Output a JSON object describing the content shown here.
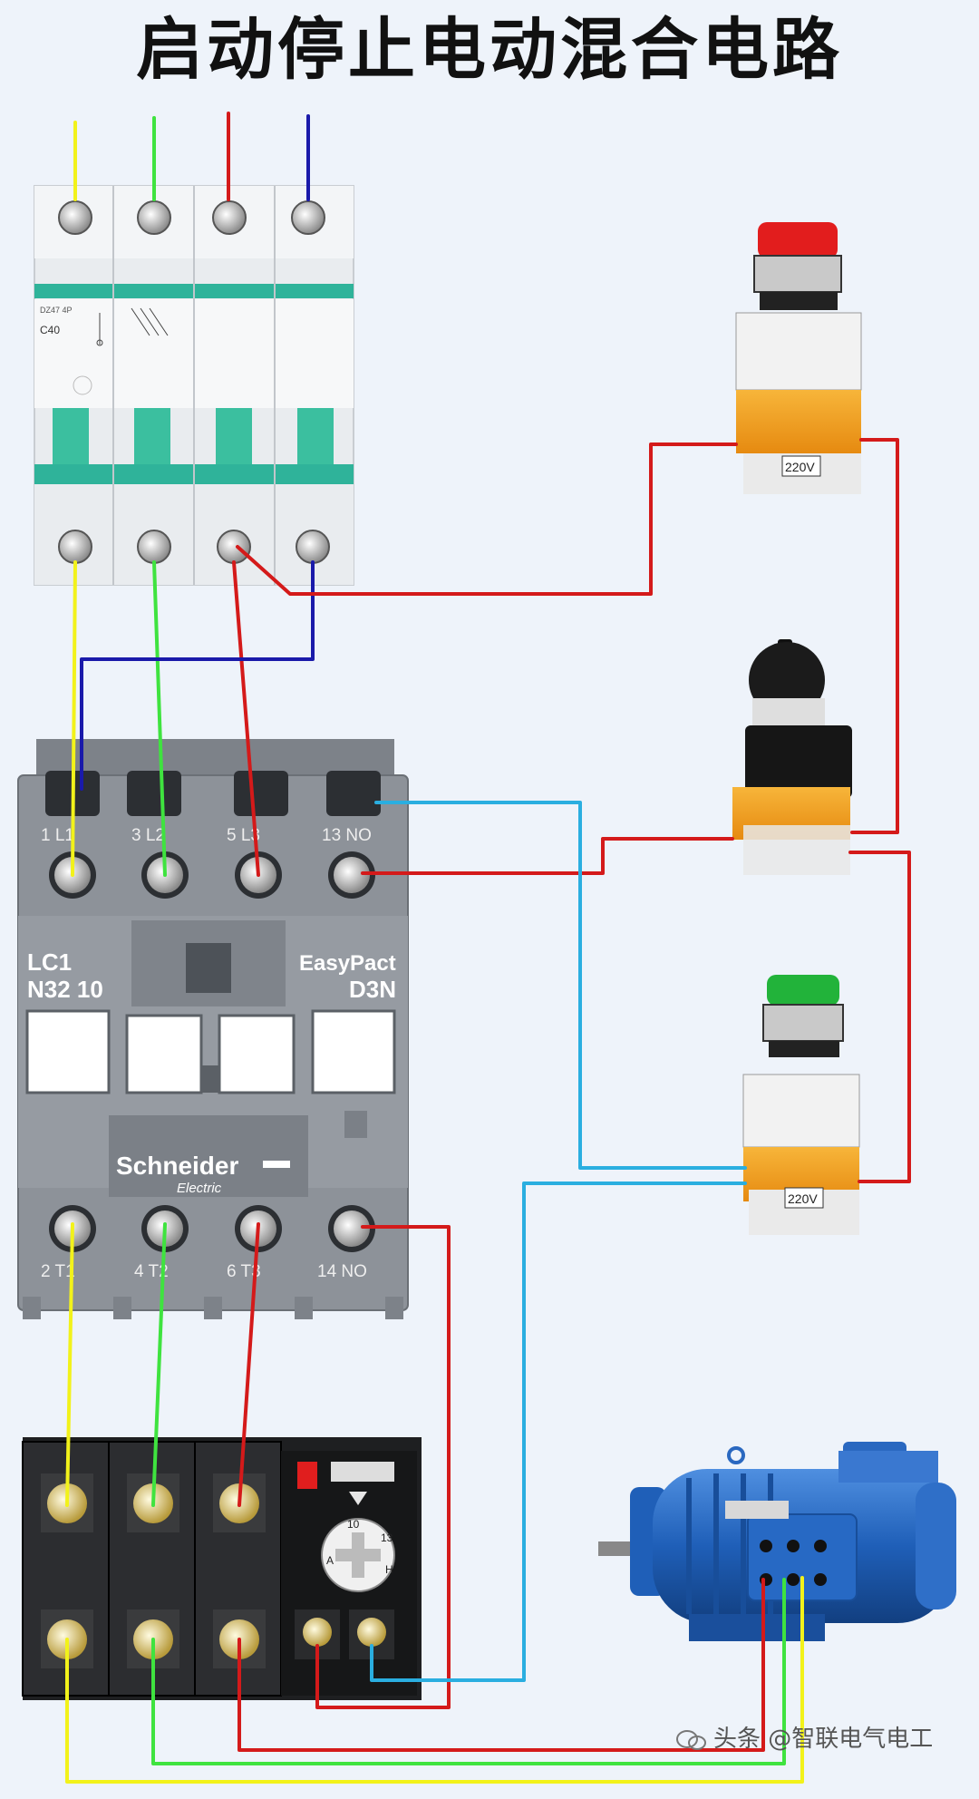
{
  "title": "启动停止电动混合电路",
  "breaker": {
    "model_code": "DZ47 4P",
    "rating": "C40"
  },
  "contactor": {
    "model_line1": "LC1",
    "model_line2": "N32 10",
    "brand_model_line1": "EasyPact",
    "brand_model_line2": "D3N",
    "brand": "Schneider",
    "brand_sub": "Electric",
    "top_terminal_labels": [
      "1 L1",
      "3 L2",
      "5 L3",
      "13 NO"
    ],
    "bottom_terminal_labels": [
      "2 T1",
      "4 T2",
      "6 T3",
      "14 NO"
    ]
  },
  "overload_relay": {
    "dial_labels": [
      "10",
      "13",
      "A",
      "H"
    ]
  },
  "stop_button": {
    "voltage": "220V",
    "cap_color": "#e21d1d"
  },
  "start_button": {
    "voltage": "220V",
    "cap_color": "#22b33a"
  },
  "wire_colors": {
    "L1": "#f2f21a",
    "L2": "#3fe33f",
    "L3": "#d41a1a",
    "N": "#1a1aaa",
    "control": "#2aaee0"
  },
  "watermark": {
    "text": "头条 @智联电气电工"
  }
}
